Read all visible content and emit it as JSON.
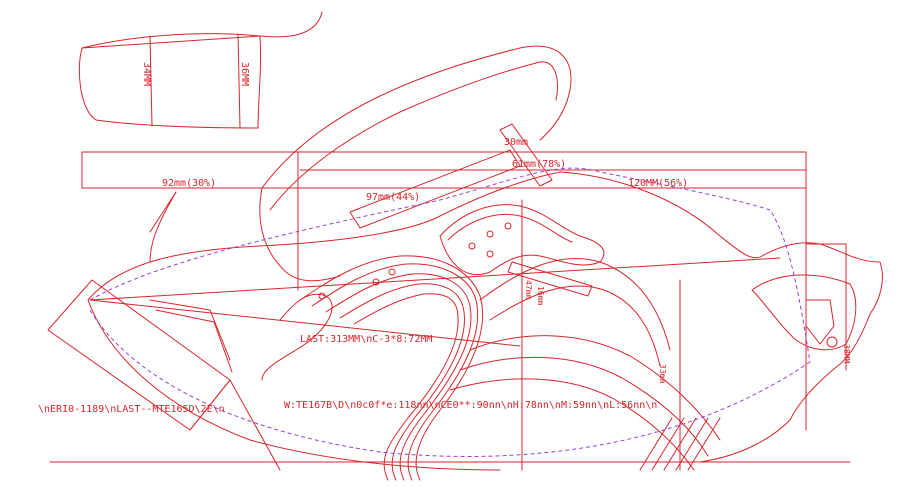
{
  "colors": {
    "line": "#d8262c",
    "guide": "#9a3fd6",
    "background": "#ffffff"
  },
  "labels": {
    "tongue_width_left": "34MM",
    "tongue_width_right": "36MM",
    "top_width": "30mm",
    "upper_ratio": "61mm(78%)",
    "heel_length": "120MM(56%)",
    "toe_length": "92mm(30%)",
    "mid_length": "97mm(44%)",
    "vertical_height": "47mm",
    "collar_height": "16mm",
    "last_length": "LAST:313MM\\nC-3*8:72MM",
    "back_height": "33mm",
    "spec_size": "\\nERI0-1189\\nLAST--MTE165D\\2E\\n",
    "spec_dimensions": "W:TE167B\\D\\n0c0f*e:118nn\\nCE0**:90nn\\nH:78nn\\nM:59nn\\nL:56nn\\n",
    "heel_counter_height": "38MM"
  }
}
